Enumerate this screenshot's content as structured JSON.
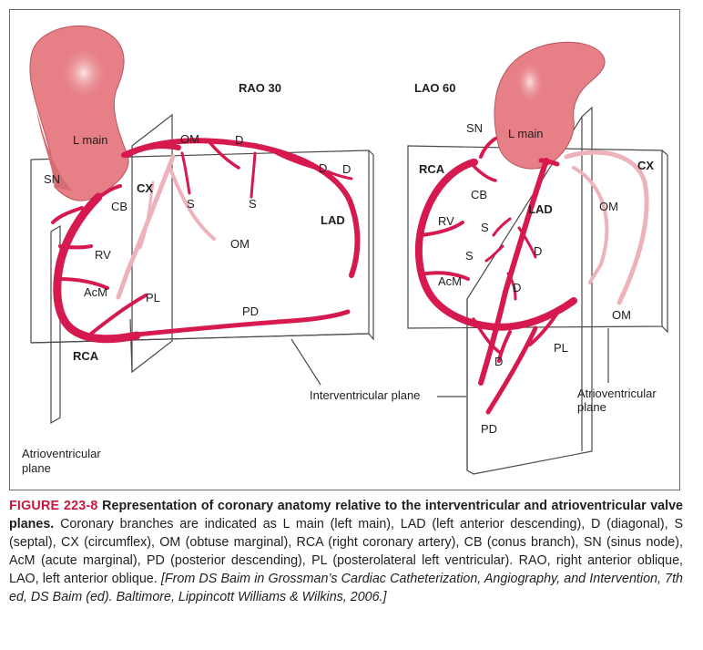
{
  "colors": {
    "artery": "#d6194e",
    "artery_faint": "#eeb2ba",
    "heart_fill": "#e77f86",
    "heart_highlight": "#f8d6d6",
    "plane_stroke": "#4a4a4a",
    "figure_label": "#c8193c"
  },
  "views": {
    "rao": {
      "title": "RAO 30",
      "labels": {
        "l_main": "L main",
        "sn": "SN",
        "cb": "CB",
        "cx": "CX",
        "om_top": "OM",
        "d1": "D",
        "d2": "D",
        "d3": "D",
        "s1": "S",
        "s2": "S",
        "lad": "LAD",
        "om_mid": "OM",
        "rv": "RV",
        "acm": "AcM",
        "pl": "PL",
        "pd": "PD",
        "rca": "RCA"
      }
    },
    "lao": {
      "title": "LAO 60",
      "labels": {
        "sn": "SN",
        "l_main": "L main",
        "rca": "RCA",
        "cx": "CX",
        "cb": "CB",
        "lad": "LAD",
        "rv": "RV",
        "s1": "S",
        "om1": "OM",
        "s2": "S",
        "d1": "D",
        "acm": "AcM",
        "d2": "D",
        "om2": "OM",
        "pl": "PL",
        "d3": "D",
        "pd": "PD"
      }
    }
  },
  "plane_labels": {
    "interventricular": "Interventricular plane",
    "av_left_line1": "Atrioventricular",
    "av_left_line2": "plane",
    "av_right_line1": "Atrioventricular",
    "av_right_line2": "plane"
  },
  "caption": {
    "figure_label": "FIGURE 223-8",
    "heading": "Representation of coronary anatomy relative to the interventricular and atrioventricular valve planes.",
    "body": "Coronary branches are indicated as L main (left main), LAD (left anterior descending), D (diagonal), S (septal), CX (circumflex), OM (obtuse marginal), RCA (right coronary artery), CB (conus branch), SN (sinus node), AcM (acute marginal), PD (posterior descending), PL (posterolateral left ventricular). RAO, right anterior oblique, LAO, left anterior oblique.",
    "source": "[From DS Baim in Grossman’s Cardiac Catheterization, Angiography, and Intervention, 7th ed, DS Baim (ed). Baltimore, Lippincott Williams & Wilkins, 2006.]"
  }
}
